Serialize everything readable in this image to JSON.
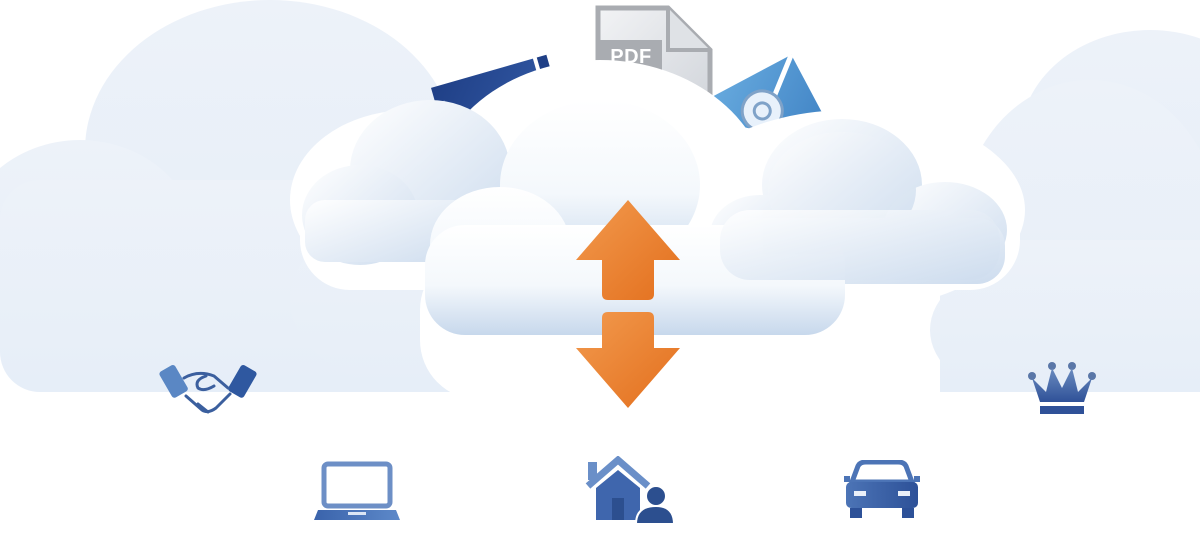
{
  "scene": {
    "title": "Cloud sync illustration",
    "colors": {
      "background": "#ffffff",
      "background_cloud": "#e9f0f8",
      "main_cloud_light": "#ffffff",
      "main_cloud_shade": "#c9d9ec",
      "arrow_orange": "#ea7d2a",
      "icon_blue_dark": "#2c4f8f",
      "icon_blue_mid": "#4a74b5",
      "icon_blue_light": "#5fa3d8",
      "pdf_gray": "#a9acb1"
    }
  },
  "cloud_items": {
    "address_book": {
      "icon": "address-book-icon"
    },
    "pdf_document": {
      "icon": "pdf-file-icon",
      "label": "PDF"
    },
    "email": {
      "icon": "email-at-icon",
      "symbol": "@"
    }
  },
  "sync_arrows": {
    "icon": "up-down-arrows-icon"
  },
  "devices": [
    {
      "name": "handshake",
      "icon": "handshake-icon"
    },
    {
      "name": "laptop",
      "icon": "laptop-icon"
    },
    {
      "name": "home-user",
      "icon": "home-user-icon"
    },
    {
      "name": "car",
      "icon": "car-icon"
    },
    {
      "name": "crown",
      "icon": "crown-icon"
    }
  ]
}
